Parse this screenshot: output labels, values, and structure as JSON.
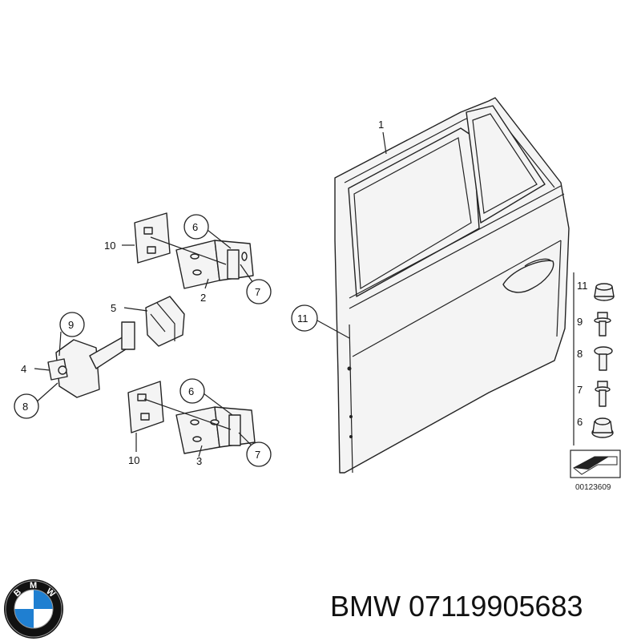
{
  "callouts": {
    "door": "1",
    "hinge_lower": "3",
    "hinge_upper": "2",
    "stop_arm": "4",
    "buffer": "5",
    "nut_upper": "6",
    "nut_lower": "6",
    "bolt_upper": "7",
    "bolt_lower": "7",
    "screw": "8",
    "hex_bolt": "9",
    "shim_upper": "10",
    "shim_lower": "10",
    "clip": "11"
  },
  "legend": {
    "items": [
      {
        "label": "11",
        "icon": "clip-nut-icon"
      },
      {
        "label": "9",
        "icon": "flange-bolt-icon"
      },
      {
        "label": "8",
        "icon": "torx-screw-icon"
      },
      {
        "label": "7",
        "icon": "hex-bolt-icon"
      },
      {
        "label": "6",
        "icon": "flange-nut-icon"
      }
    ]
  },
  "diagram_ref": "00123609",
  "brand": {
    "name": "BMW",
    "part_number": "07119905683",
    "logo_letters": "BMW"
  },
  "colors": {
    "line": "#222222",
    "logo_blue": "#1f7fd1",
    "logo_ring": "#111111"
  }
}
